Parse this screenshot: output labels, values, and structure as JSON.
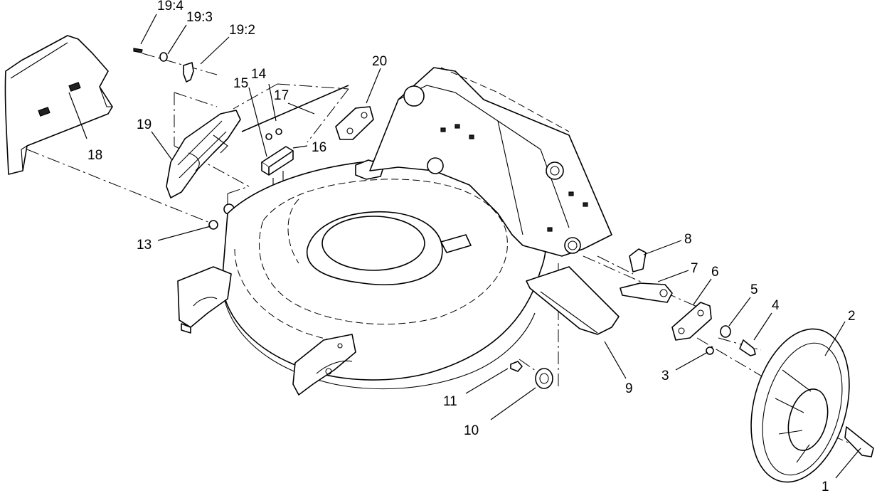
{
  "diagram": {
    "callouts": [
      {
        "id": "c1",
        "label": "1"
      },
      {
        "id": "c2",
        "label": "2"
      },
      {
        "id": "c3",
        "label": "3"
      },
      {
        "id": "c4",
        "label": "4"
      },
      {
        "id": "c5",
        "label": "5"
      },
      {
        "id": "c6",
        "label": "6"
      },
      {
        "id": "c7",
        "label": "7"
      },
      {
        "id": "c8",
        "label": "8"
      },
      {
        "id": "c9",
        "label": "9"
      },
      {
        "id": "c10",
        "label": "10"
      },
      {
        "id": "c11",
        "label": "11"
      },
      {
        "id": "c13",
        "label": "13"
      },
      {
        "id": "c14",
        "label": "14"
      },
      {
        "id": "c15",
        "label": "15"
      },
      {
        "id": "c16",
        "label": "16"
      },
      {
        "id": "c17",
        "label": "17"
      },
      {
        "id": "c18",
        "label": "18"
      },
      {
        "id": "c19",
        "label": "19"
      },
      {
        "id": "c19-2",
        "label": "19:2"
      },
      {
        "id": "c19-3",
        "label": "19:3"
      },
      {
        "id": "c19-4",
        "label": "19:4"
      },
      {
        "id": "c20",
        "label": "20"
      }
    ]
  }
}
